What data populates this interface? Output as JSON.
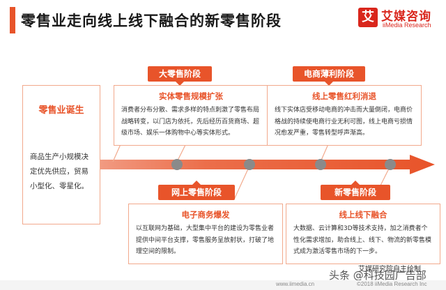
{
  "header": {
    "title": "零售业走向线上线下融合的新零售阶段"
  },
  "logo": {
    "mark": "艾",
    "name_cn": "艾媒咨询",
    "name_en": "iiMedia Research",
    "brand_color": "#d9261c"
  },
  "colors": {
    "accent": "#e8542a",
    "timeline_node": "#8a8a8a"
  },
  "origin": {
    "title": "零售业诞生",
    "desc": "商品生产小规模决定优先供应，贸易小型化、零星化。"
  },
  "stages": [
    {
      "label": "大零售阶段",
      "card_title": "实体零售规模扩张",
      "card_body": "消费者分布分散、需求多样的特点刺激了零售布局战略转变，以门店为依托，先后经历百货商场、超级市场、娱乐一体购物中心等实体形式。"
    },
    {
      "label": "网上零售阶段",
      "card_title": "电子商务爆发",
      "card_body": "以互联网为基础，大型集中平台的建设为零售业者提供中间平台支撑，零售服务呈放射状，打破了地理空间的限制。"
    },
    {
      "label": "电商薄利阶段",
      "card_title": "线上零售红利消退",
      "card_body": "线下实体店受移动电商的冲击而大量倒闭，电商价格战的持续使电商行业无利可图，线上电商亏损情况愈发严重，零售转型呼声渐高。"
    },
    {
      "label": "新零售阶段",
      "card_title": "线上线下融合",
      "card_body": "大数据、云计算和3D等技术支持，加之消费者个性化需求增加，助合线上、线下、物流的新零售模式成为激活零售市场的下一步。"
    }
  ],
  "footer": {
    "credit": "艾媒研究院自主绘制",
    "watermark": "头条 @科技园广告部",
    "url": "www.iimedia.cn",
    "copyright": "©2018  iiMedia Research Inc"
  }
}
